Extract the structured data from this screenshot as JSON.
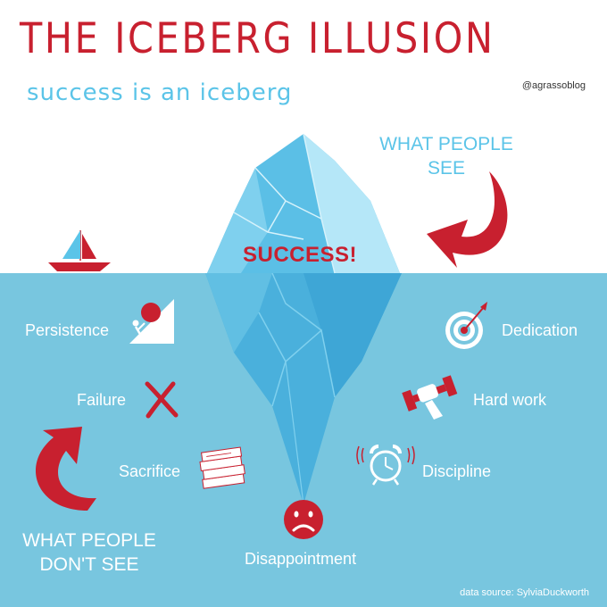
{
  "header": {
    "title": "THE ICEBERG ILLUSION",
    "subtitle": "success is an iceberg",
    "handle": "@agrassoblog"
  },
  "callouts": {
    "above_line1": "WHAT PEOPLE",
    "above_line2": "SEE",
    "below_line1": "WHAT PEOPLE",
    "below_line2": "DON'T SEE"
  },
  "tip_label": "SUCCESS!",
  "underwater_items": [
    {
      "label": "Persistence",
      "icon": "pushing-boulder-icon"
    },
    {
      "label": "Failure",
      "icon": "x-mark-icon"
    },
    {
      "label": "Sacrifice",
      "icon": "paper-stack-icon"
    },
    {
      "label": "Disappointment",
      "icon": "sad-face-icon"
    },
    {
      "label": "Dedication",
      "icon": "target-icon"
    },
    {
      "label": "Hard work",
      "icon": "dumbbell-icon"
    },
    {
      "label": "Discipline",
      "icon": "alarm-clock-icon"
    }
  ],
  "footer": {
    "source": "data source: SylviaDuckworth"
  },
  "colors": {
    "accent_red": "#c8202f",
    "sky_blue": "#5bc4e8",
    "water": "#78c6df",
    "ice_light": "#b5e7f8",
    "ice_mid": "#5bbfe6",
    "ice_underwater": "#4ab0dc"
  }
}
